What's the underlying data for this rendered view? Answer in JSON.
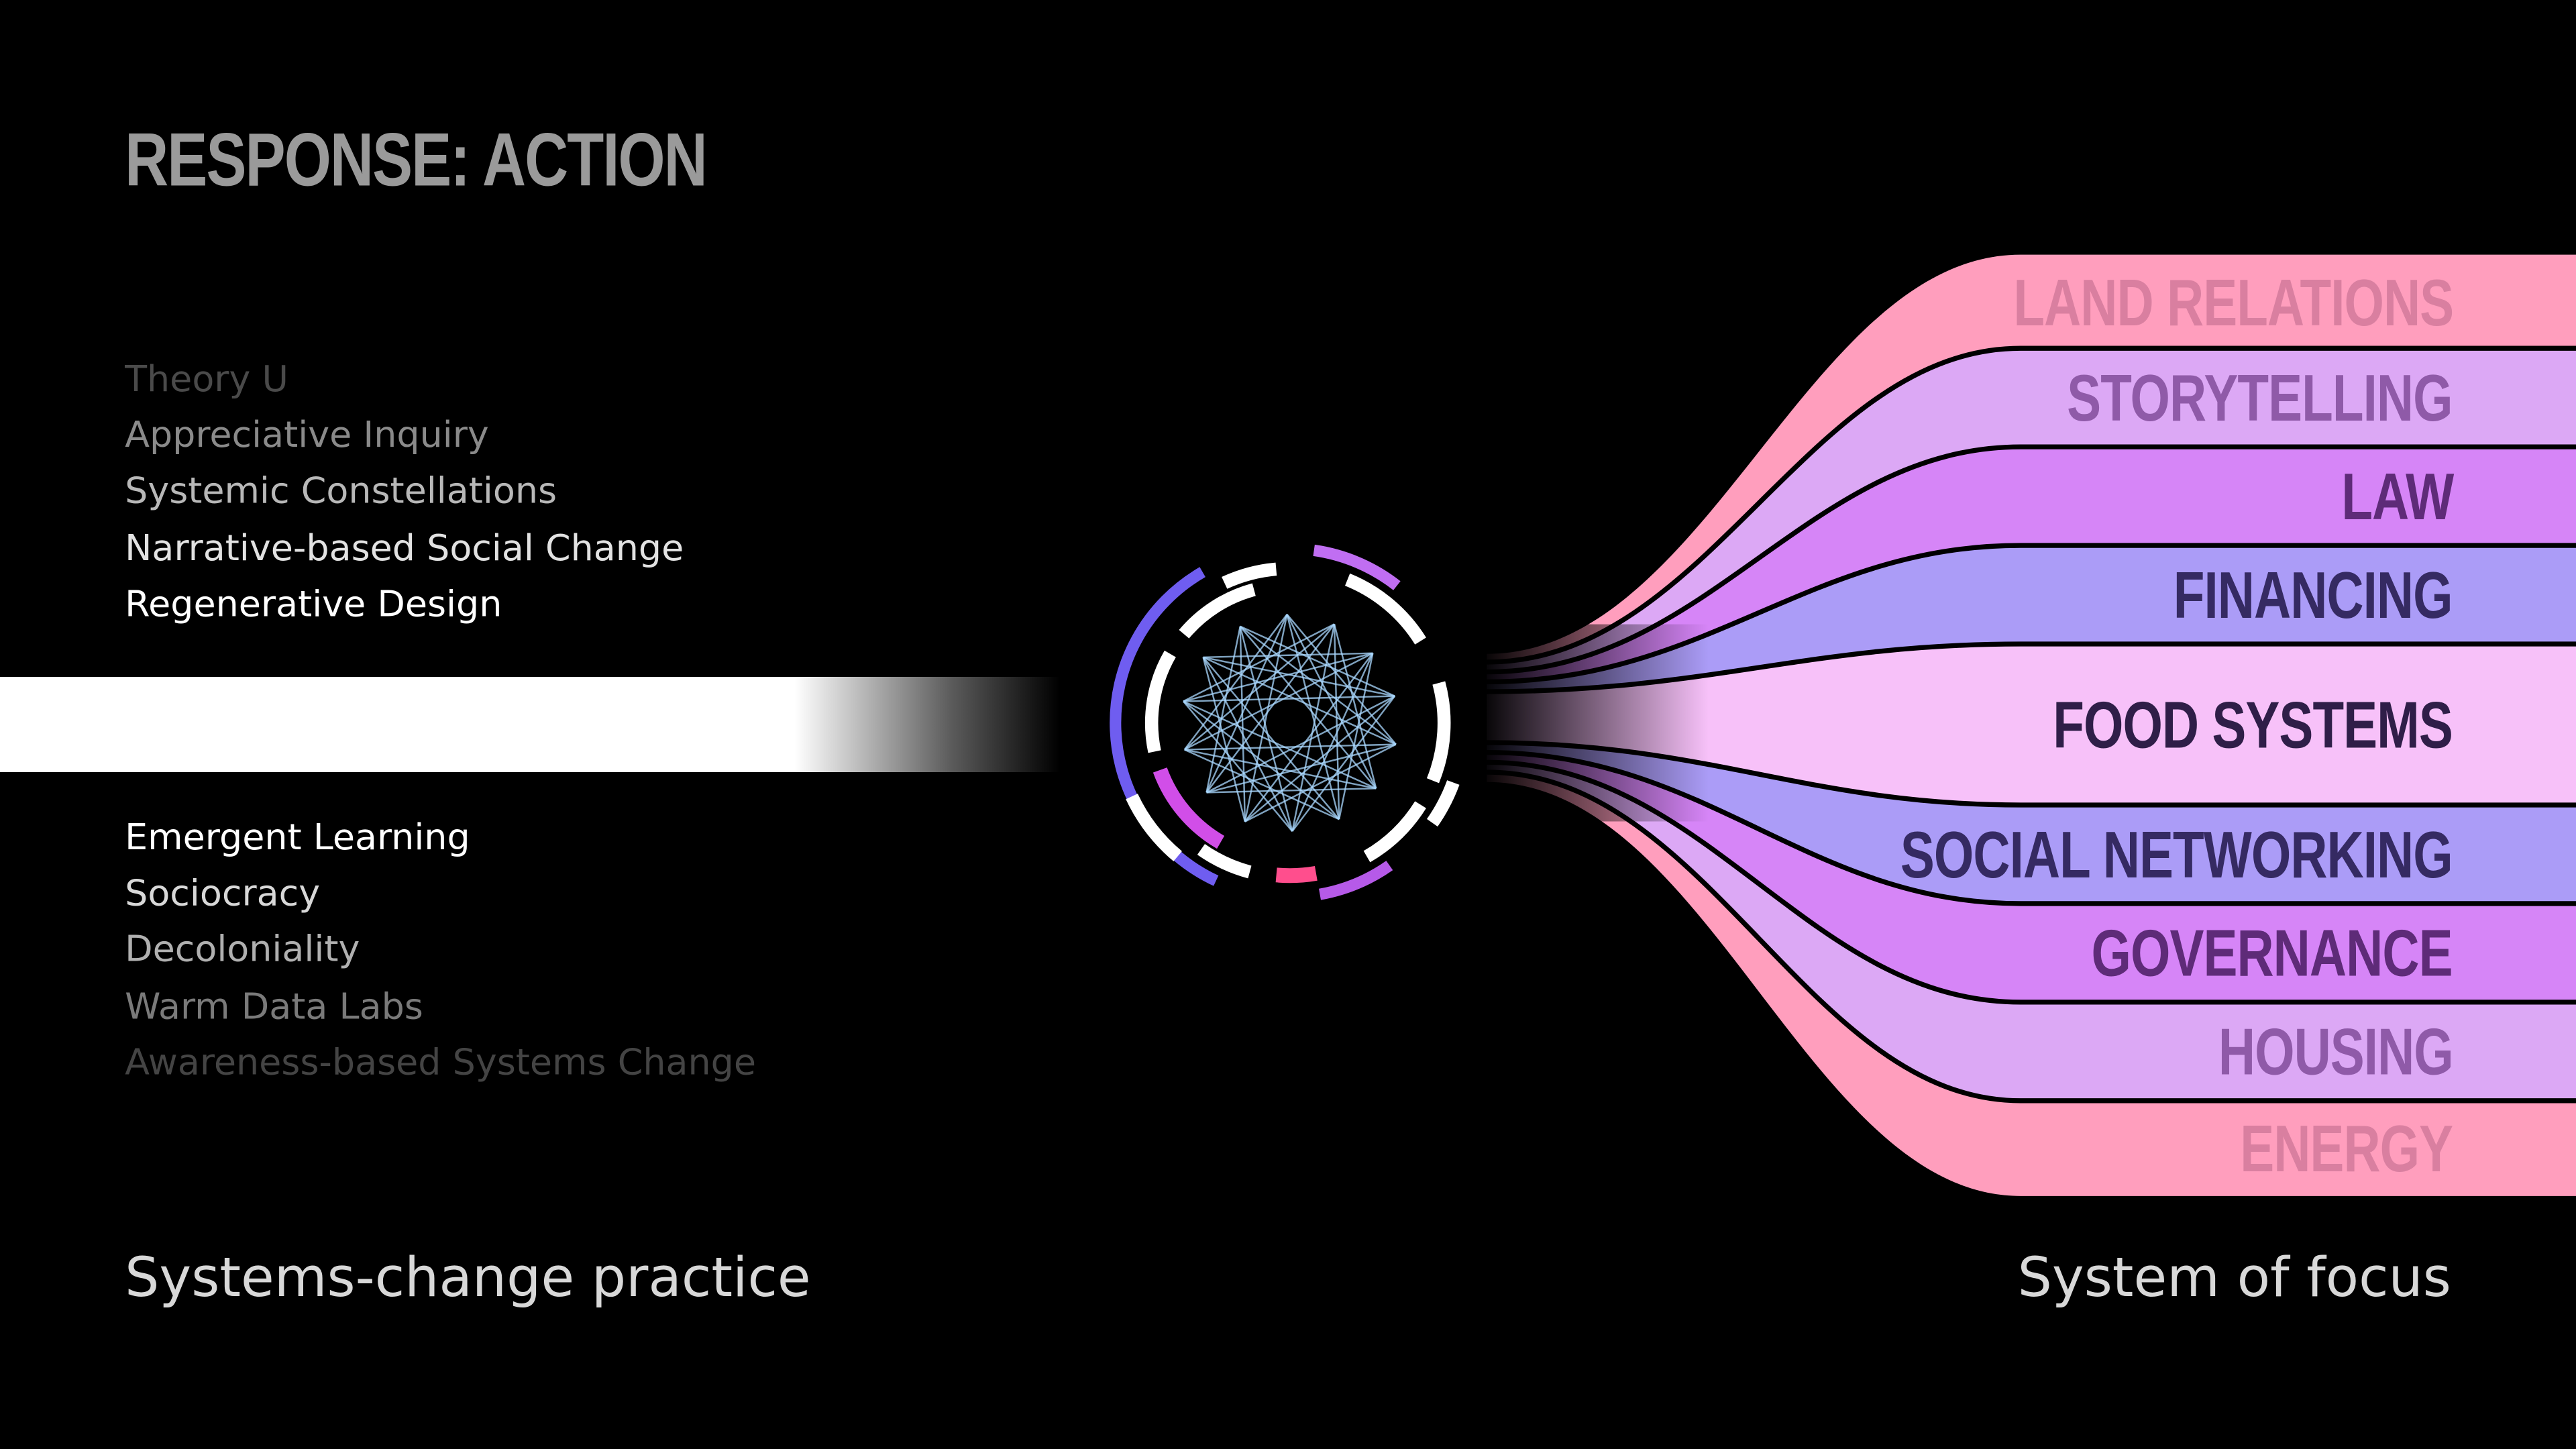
{
  "title": "RESPONSE: ACTION",
  "practices_upper": [
    {
      "label": "Theory U",
      "color": "#4a4a4a"
    },
    {
      "label": "Appreciative Inquiry",
      "color": "#8a8a8a"
    },
    {
      "label": "Systemic Constellations",
      "color": "#b8b8b8"
    },
    {
      "label": "Narrative-based Social Change",
      "color": "#e2e2e2"
    },
    {
      "label": "Regenerative Design",
      "color": "#ffffff"
    }
  ],
  "practices_lower": [
    {
      "label": "Emergent Learning",
      "color": "#ffffff"
    },
    {
      "label": "Sociocracy",
      "color": "#d8d8d8"
    },
    {
      "label": "Decoloniality",
      "color": "#b0b0b0"
    },
    {
      "label": "Warm Data Labs",
      "color": "#7a7a7a"
    },
    {
      "label": "Awareness-based Systems Change",
      "color": "#444444"
    }
  ],
  "caption_left": "Systems-change practice",
  "caption_right": "System of focus",
  "systems": [
    {
      "label": "LAND RELATIONS",
      "fill": "#ff9ebd",
      "text_color": "#d97fa0"
    },
    {
      "label": "STORYTELLING",
      "fill": "#dca8f5",
      "text_color": "#8f5aa8"
    },
    {
      "label": "LAW",
      "fill": "#d685f7",
      "text_color": "#5e2b78"
    },
    {
      "label": "FINANCING",
      "fill": "#ab9cf7",
      "text_color": "#352a62"
    },
    {
      "label": "FOOD SYSTEMS",
      "fill": "#f7c1f9",
      "text_color": "#2f1e48"
    },
    {
      "label": "SOCIAL NETWORKING",
      "fill": "#ab9cf7",
      "text_color": "#352a62"
    },
    {
      "label": "GOVERNANCE",
      "fill": "#d685f7",
      "text_color": "#5e2b78"
    },
    {
      "label": "HOUSING",
      "fill": "#dca8f5",
      "text_color": "#8f5aa8"
    },
    {
      "label": "ENERGY",
      "fill": "#ff9ebd",
      "text_color": "#d97fa0"
    }
  ]
}
